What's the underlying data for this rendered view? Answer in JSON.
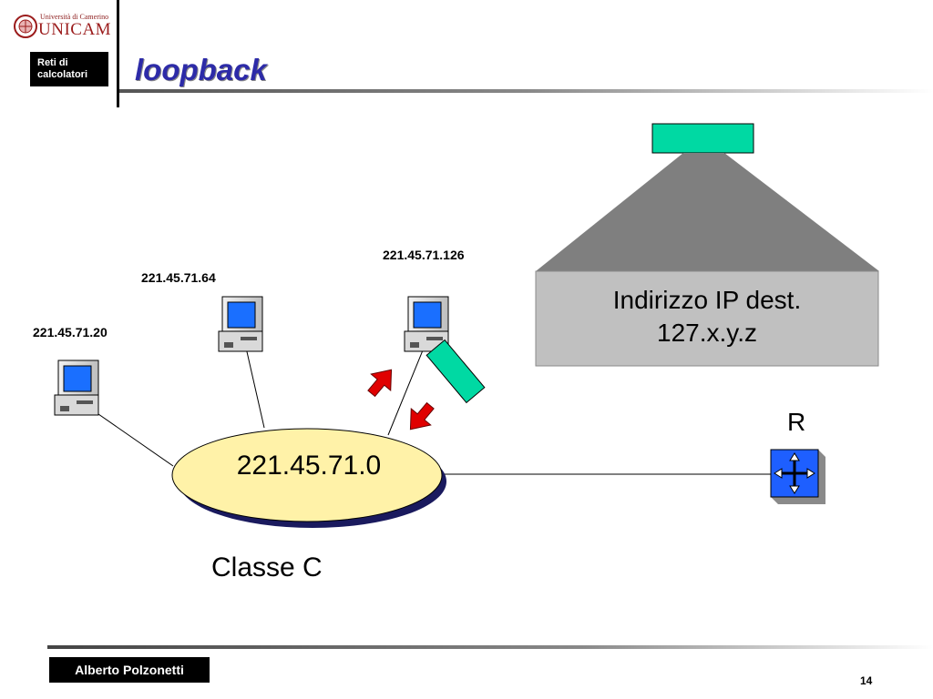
{
  "header": {
    "logo_line1": "Università di Camerino",
    "logo_line2": "UNICAM",
    "course": "Reti di calcolatori",
    "title": "loopback"
  },
  "diagram": {
    "hosts": [
      {
        "ip": "221.45.71.20"
      },
      {
        "ip": "221.45.71.64"
      },
      {
        "ip": "221.45.71.126"
      }
    ],
    "network": "221.45.71.0",
    "network_class": "Classe C",
    "router": "R",
    "packet_detail": {
      "line1": "Indirizzo IP dest.",
      "line2": "127.x.y.z"
    },
    "colors": {
      "packet": "#00d9a3",
      "arrow": "#e00000",
      "network": "#fff2a8",
      "router": "#1e5fff",
      "monitor_screen": "#1a6fff"
    }
  },
  "footer": {
    "author": "Alberto Polzonetti",
    "page": "14"
  }
}
